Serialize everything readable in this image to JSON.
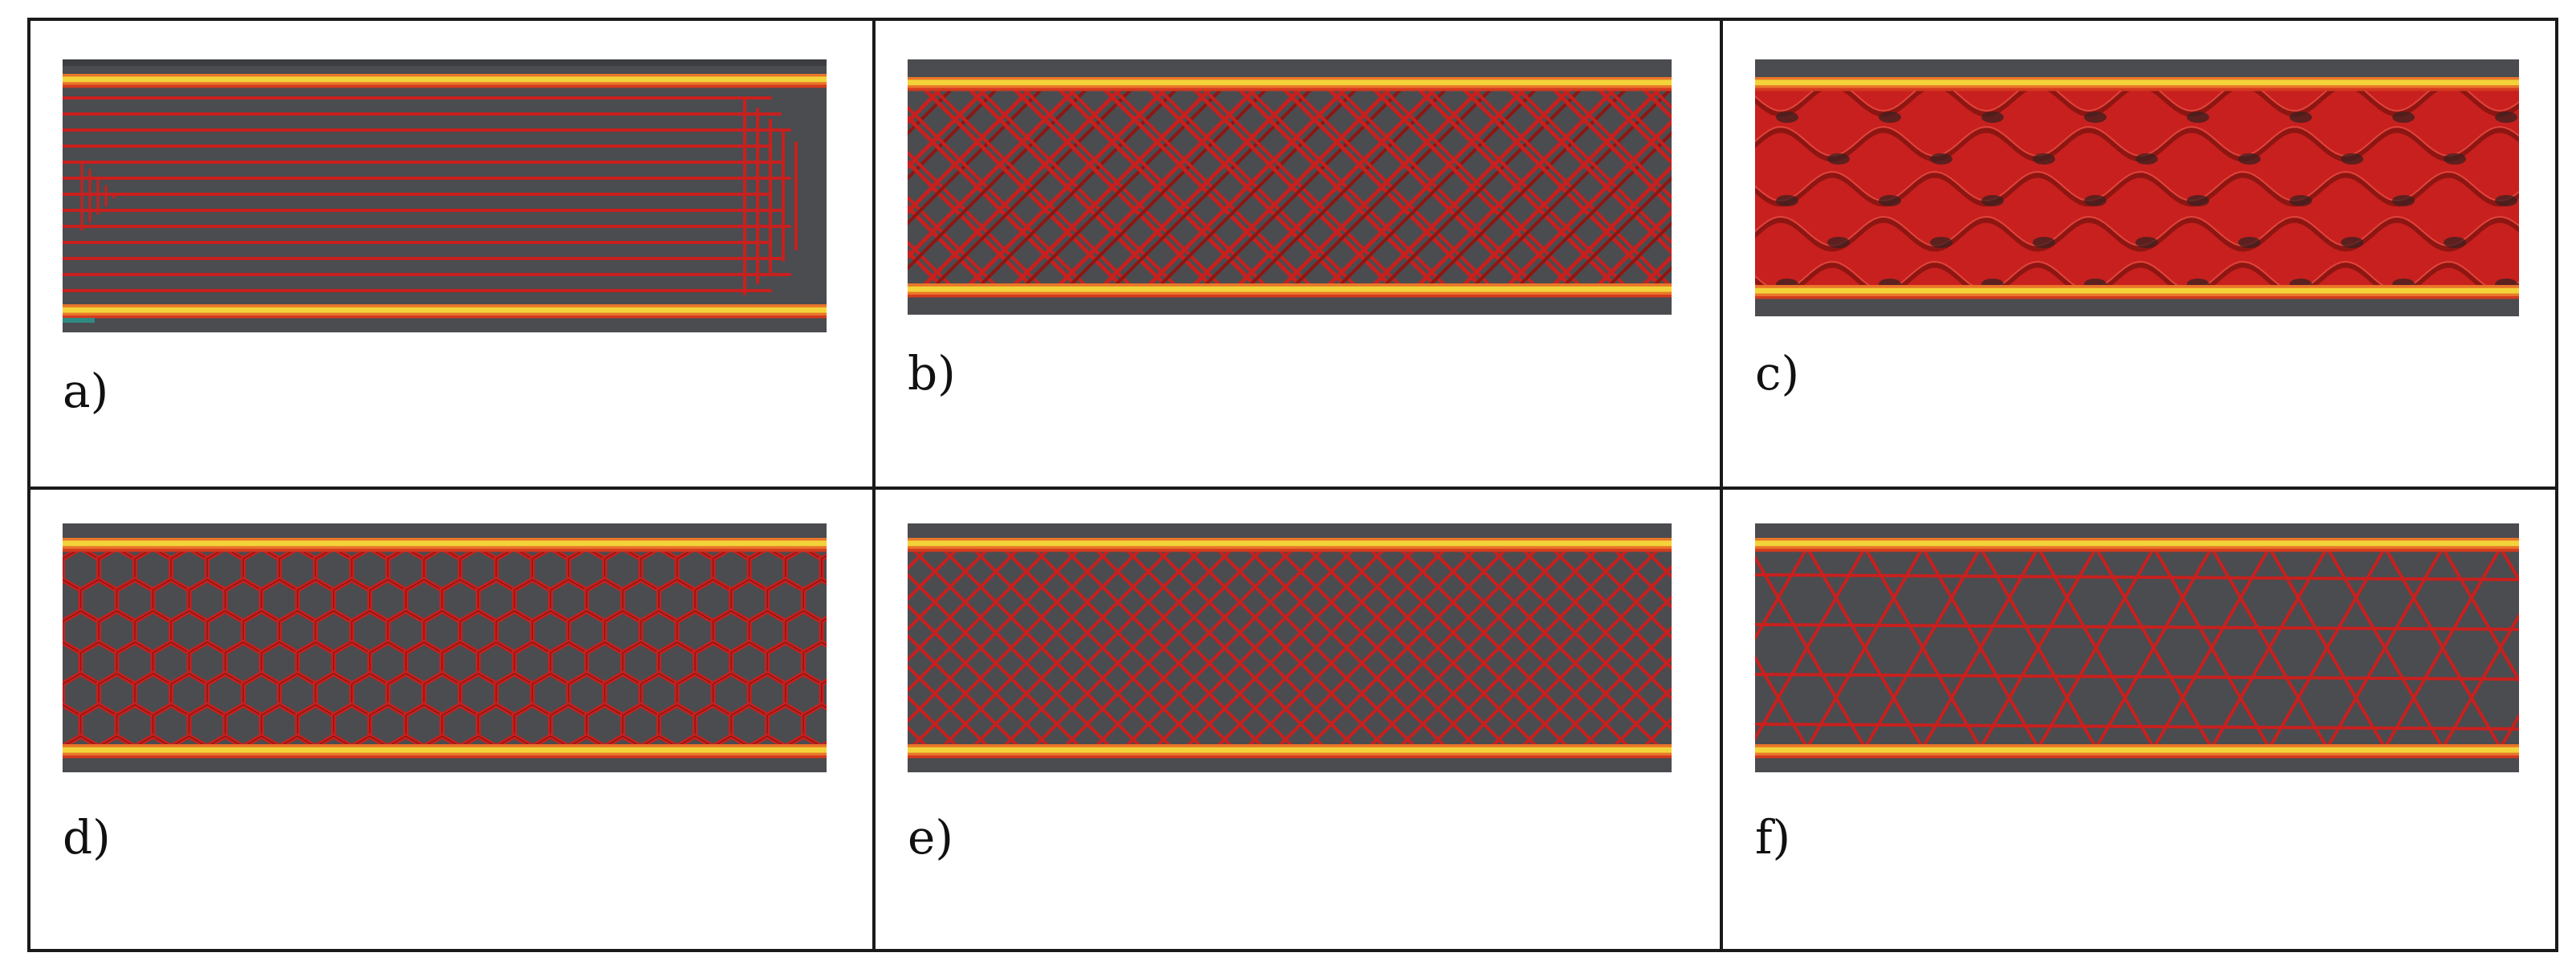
{
  "panels": [
    {
      "label": "a)",
      "pattern": "lines"
    },
    {
      "label": "b)",
      "pattern": "grid"
    },
    {
      "label": "c)",
      "pattern": "gyroid"
    },
    {
      "label": "d)",
      "pattern": "honeycomb"
    },
    {
      "label": "e)",
      "pattern": "diamond"
    },
    {
      "label": "f)",
      "pattern": "triangles"
    }
  ],
  "colors": {
    "border": "#1a1a1a",
    "plate": "#4a4c50",
    "infill": "#c8201e",
    "infill_dark": "#8e1612",
    "wall_yellow": "#f2d43a",
    "wall_orange": "#e9762a",
    "wall_red": "#d43a1e"
  }
}
